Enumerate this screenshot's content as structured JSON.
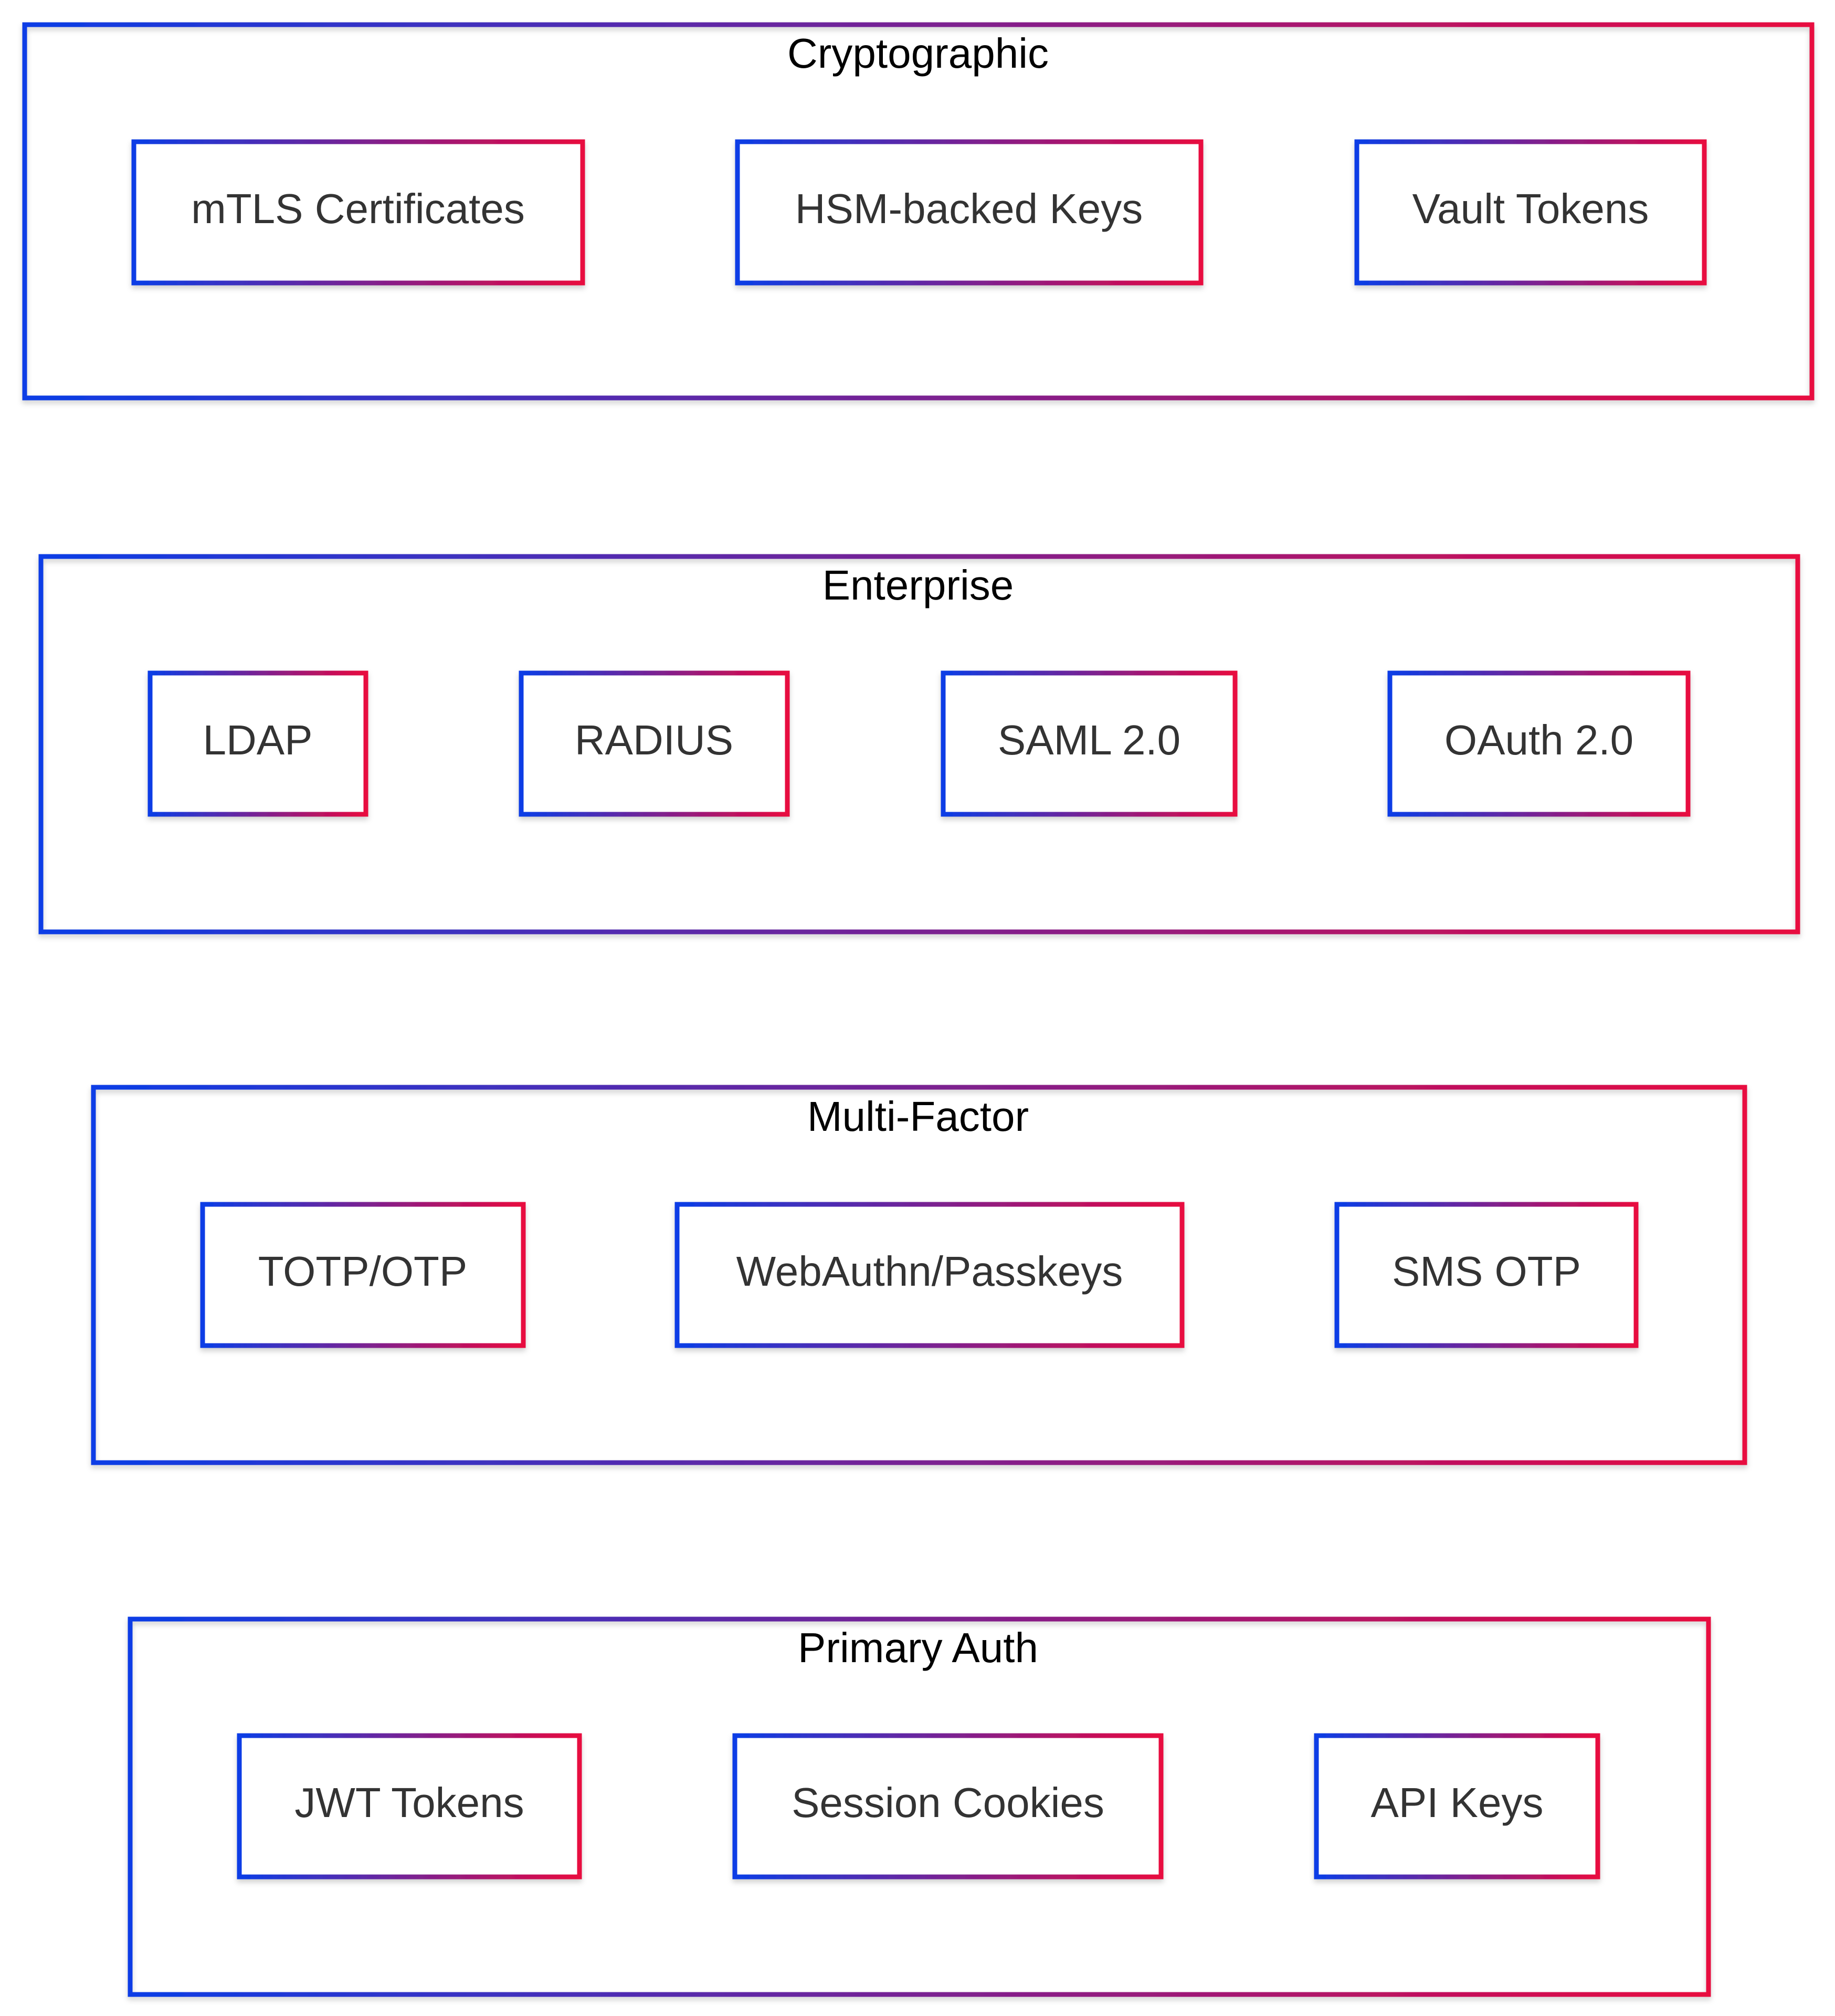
{
  "colors": {
    "gradient_start": "#0a3de6",
    "gradient_end": "#e8073f",
    "title_text": "#000000",
    "node_text": "#333333",
    "background": "#ffffff"
  },
  "groups": [
    {
      "title": "Cryptographic",
      "nodes": [
        {
          "label": "mTLS Certificates"
        },
        {
          "label": "HSM-backed Keys"
        },
        {
          "label": "Vault Tokens"
        }
      ]
    },
    {
      "title": "Enterprise",
      "nodes": [
        {
          "label": "LDAP"
        },
        {
          "label": "RADIUS"
        },
        {
          "label": "SAML 2.0"
        },
        {
          "label": "OAuth 2.0"
        }
      ]
    },
    {
      "title": "Multi-Factor",
      "nodes": [
        {
          "label": "TOTP/OTP"
        },
        {
          "label": "WebAuthn/Passkeys"
        },
        {
          "label": "SMS OTP"
        }
      ]
    },
    {
      "title": "Primary Auth",
      "nodes": [
        {
          "label": "JWT Tokens"
        },
        {
          "label": "Session Cookies"
        },
        {
          "label": "API Keys"
        }
      ]
    }
  ]
}
